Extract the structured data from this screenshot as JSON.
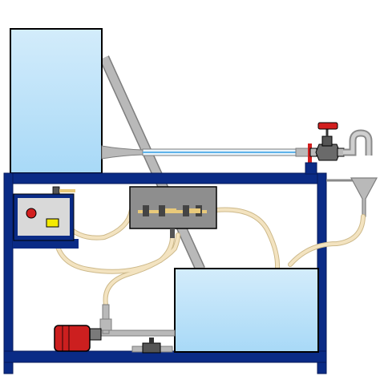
{
  "diagram": {
    "title": "",
    "colors": {
      "background": "#ffffff",
      "frame": "#0a2b86",
      "frame_outline": "#061a5a",
      "tank_fill_top": "#d3ecfb",
      "tank_fill_bottom": "#a8d9f7",
      "outline": "#000000",
      "pipe_gray": "#b9b9b9",
      "pipe_dark": "#7d7d7d",
      "hose": "#f3e3c0",
      "hose_edge": "#cdb98a",
      "manifold": "#8e8e8e",
      "valve_red": "#d21f1f",
      "pump_red": "#cc1f1f",
      "control_box": "#d9d9d9",
      "indicator_yellow": "#f4ea00",
      "brass": "#e8c97a",
      "water_blue": "#5fb3ea"
    },
    "components": [
      {
        "id": "upper-tank",
        "kind": "tank"
      },
      {
        "id": "lower-tank",
        "kind": "tank"
      },
      {
        "id": "inclined-pipe",
        "kind": "pipe"
      },
      {
        "id": "horizontal-test-tube",
        "kind": "pipe"
      },
      {
        "id": "gate-valve",
        "kind": "valve",
        "icon": "valve-handwheel-icon"
      },
      {
        "id": "gooseneck-outlet",
        "kind": "pipe"
      },
      {
        "id": "collection-funnel",
        "kind": "funnel"
      },
      {
        "id": "control-panel",
        "kind": "panel",
        "icon": "power-switch-icon"
      },
      {
        "id": "manometer-manifold",
        "kind": "manifold"
      },
      {
        "id": "pump-motor",
        "kind": "pump",
        "icon": "motor-icon"
      },
      {
        "id": "drain-valve",
        "kind": "valve"
      },
      {
        "id": "support-frame",
        "kind": "frame"
      }
    ]
  }
}
